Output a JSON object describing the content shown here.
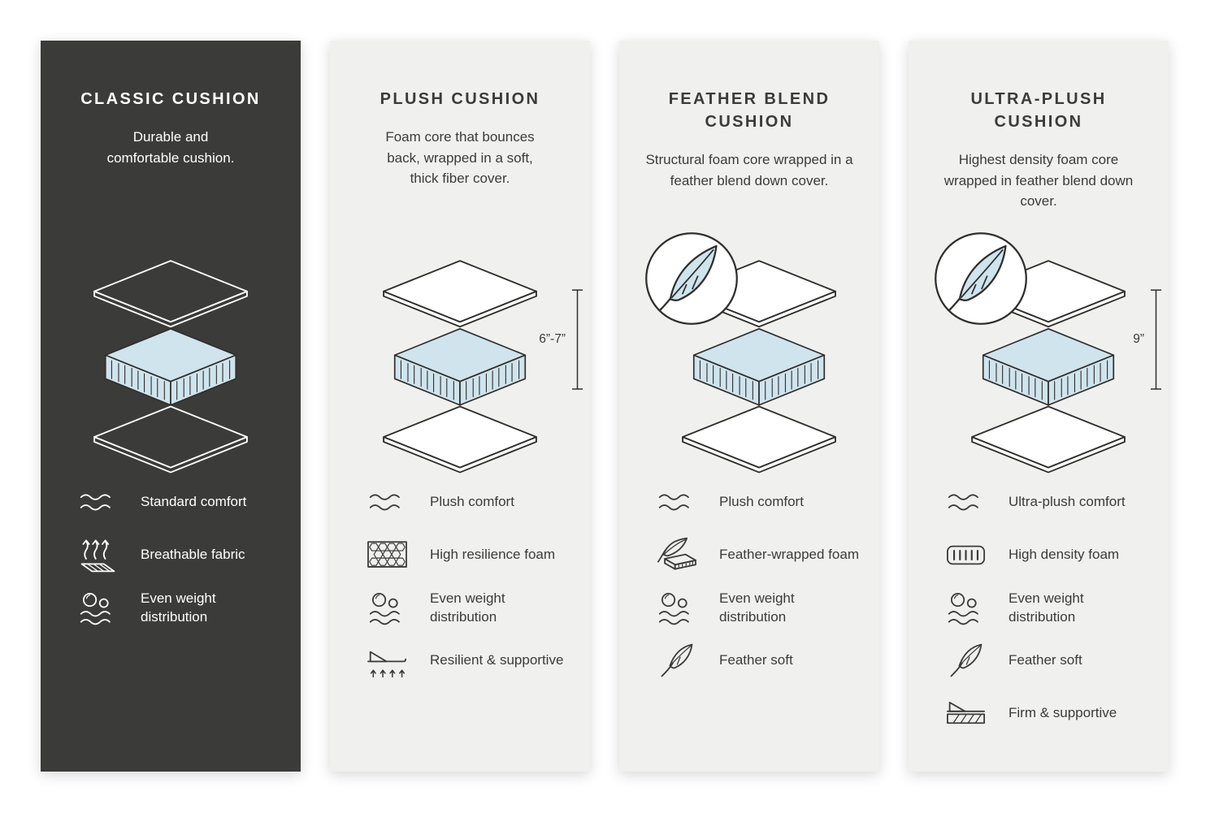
{
  "colors": {
    "pageBg": "#ffffff",
    "panelDark": "#3b3b39",
    "panelLight": "#f0f0ee",
    "foam": "#cfe4ed",
    "lineDark": "#2f2f2d",
    "textDark": "#3b3b39",
    "textLight": "#ffffff"
  },
  "panels": [
    {
      "id": "classic-cushion",
      "theme": "dark",
      "title": "CLASSIC CUSHION",
      "description": "Durable and comfortable cushion.",
      "feather_badge": false,
      "dimension_label": "",
      "features": [
        {
          "icon": "waves-icon",
          "label": "Standard comfort"
        },
        {
          "icon": "breathable-icon",
          "label": "Breathable fabric"
        },
        {
          "icon": "weight-icon",
          "label": "Even weight distribution"
        }
      ]
    },
    {
      "id": "plush-cushion",
      "theme": "light",
      "title": "PLUSH CUSHION",
      "description": "Foam core that bounces back, wrapped in a soft, thick fiber cover.",
      "feather_badge": false,
      "dimension_label": "6”-7”",
      "features": [
        {
          "icon": "waves-icon",
          "label": "Plush comfort"
        },
        {
          "icon": "honeycomb-icon",
          "label": "High resilience foam"
        },
        {
          "icon": "weight-icon",
          "label": "Even weight distribution"
        },
        {
          "icon": "chair-arrows-icon",
          "label": "Resilient & supportive"
        }
      ]
    },
    {
      "id": "feather-blend-cushion",
      "theme": "light",
      "title": "FEATHER BLEND CUSHION",
      "description": "Structural foam core wrapped in a feather blend down cover.",
      "feather_badge": true,
      "dimension_label": "",
      "features": [
        {
          "icon": "waves-icon",
          "label": "Plush comfort"
        },
        {
          "icon": "feather-foam-icon",
          "label": "Feather-wrapped foam"
        },
        {
          "icon": "weight-icon",
          "label": "Even weight distribution"
        },
        {
          "icon": "feather-icon",
          "label": "Feather soft"
        }
      ]
    },
    {
      "id": "ultra-plush-cushion",
      "theme": "light",
      "title": "ULTRA-PLUSH CUSHION",
      "description": "Highest density foam core wrapped in feather blend down cover.",
      "feather_badge": true,
      "dimension_label": "9”",
      "features": [
        {
          "icon": "waves-icon",
          "label": "Ultra-plush comfort"
        },
        {
          "icon": "hd-foam-icon",
          "label": "High density foam"
        },
        {
          "icon": "weight-icon",
          "label": "Even weight distribution"
        },
        {
          "icon": "feather-icon",
          "label": "Feather soft"
        },
        {
          "icon": "firm-supportive-icon",
          "label": "Firm & supportive"
        }
      ]
    }
  ]
}
